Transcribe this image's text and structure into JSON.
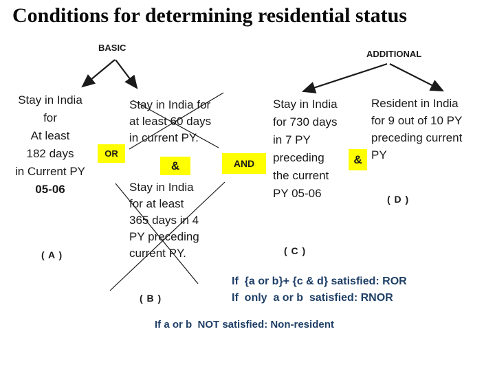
{
  "title": "Conditions for determining residential status",
  "tree": {
    "basic_label": "BASIC",
    "additional_label": "ADDITIONAL"
  },
  "connectors": {
    "or_label": "OR",
    "amp1_label": "&",
    "and_label": "AND",
    "amp2_label": "&"
  },
  "blocks": {
    "a": {
      "lines": [
        "Stay in India",
        "for",
        "At least",
        "182 days",
        "in Current PY",
        "05-06"
      ],
      "tag": "( A )"
    },
    "b_upper": {
      "lines": [
        "Stay in India for",
        "at least 60 days",
        "in current PY."
      ]
    },
    "b_lower": {
      "lines": [
        "Stay in India",
        "for at least",
        "365 days in 4",
        "PY preceding",
        "current PY."
      ],
      "tag": "( B )"
    },
    "c": {
      "lines": [
        "Stay in India",
        "for 730 days",
        "in 7 PY",
        "preceding",
        "the current",
        "PY 05-06"
      ],
      "tag": "( C )"
    },
    "d": {
      "lines": [
        "Resident in India",
        "for 9 out of 10 PY",
        "preceding current",
        "PY"
      ],
      "tag": "( D )"
    }
  },
  "rules": {
    "ror": "If  {a or b}+ {c & d} satisfied: ROR",
    "rnor": "If  only  a or b  satisfied: RNOR",
    "non_resident": "If a or b  NOT satisfied: Non-resident"
  },
  "colors": {
    "highlight": "#ffff00",
    "rule_text": "#1f3f66",
    "text": "#1a1a1a"
  }
}
